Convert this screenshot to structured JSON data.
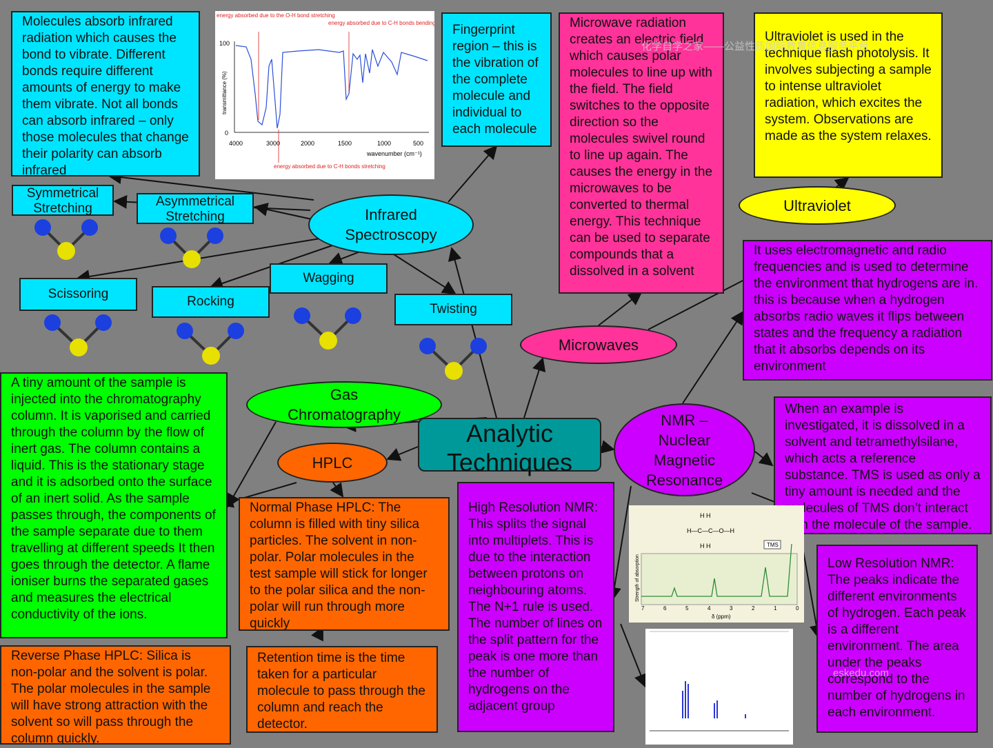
{
  "center": {
    "line1": "Analytic",
    "line2": "Techniques"
  },
  "ovals": {
    "ir": "Infrared Spectroscopy",
    "gc": "Gas Chromatography",
    "hplc": "HPLC",
    "microwaves": "Microwaves",
    "uv": "Ultraviolet",
    "nmr": "NMR – Nuclear Magnetic Resonance"
  },
  "labels": {
    "symmetrical": "Symmetrical Stretching",
    "asymmetrical": "Asymmetrical Stretching",
    "scissoring": "Scissoring",
    "rocking": "Rocking",
    "wagging": "Wagging",
    "twisting": "Twisting"
  },
  "boxes": {
    "ir_absorb": "Molecules absorb infrared radiation which causes the bond to vibrate. Different bonds require different amounts of energy to make them vibrate. Not all bonds can absorb infrared – only those molecules that change their polarity can absorb infrared",
    "fingerprint": "Fingerprint region – this is the vibration of the complete molecule and individual to each molecule",
    "microwave": "Microwave radiation creates an electric field which causes polar molecules to line up with the field. The field switches to the opposite direction so the molecules swivel round to line up again. The causes the energy in the microwaves to be converted to thermal energy. This technique can be used to separate compounds that a dissolved in a solvent",
    "uv": "Ultraviolet is used in the technique flash photolysis. It involves subjecting a sample to intense ultraviolet radiation, which excites the system. Observations are made as the system relaxes.",
    "nmr_general": "It uses electromagnetic and radio frequencies and is used to determine the environment that hydrogens are in. this is because when a hydrogen absorbs radio waves it flips between states and the frequency a radiation that it absorbs depends on its environment",
    "nmr_tms": "When an example is investigated, it is dissolved in a solvent and tetramethylsilane, which acts a reference substance. TMS is used as only a tiny amount is needed and the molecules of TMS don’t interact with the molecule of the sample.",
    "low_res": "Low Resolution NMR: The peaks indicate the different environments of hydrogen. Each peak is a different environment. The area under the peaks correspond to the number of hydrogens in each environment.",
    "high_res": "High Resolution NMR: This splits the signal into multiplets. This is due to the interaction between protons on neighbouring atoms. The N+1 rule is used. The number of lines on the split pattern for the peak is one more than the number of hydrogens on the adjacent group",
    "gc": "A tiny amount of the sample is injected into the chromatography column. It is vaporised and carried through the column by the flow of inert gas. The column contains a liquid. This is the stationary stage and it is adsorbed onto the surface of an inert solid. As the sample passes through, the components of the sample separate due to them travelling at different speeds It then goes through the detector. A flame ioniser burns the separated gases and measures the electrical conductivity of the ions.",
    "normal_hplc": "Normal Phase HPLC: The column is filled with tiny silica particles. The solvent in non-polar. Polar molecules in the test sample will stick for longer to the polar silica and the non-polar will run through more quickly",
    "reverse_hplc": "Reverse Phase HPLC: Silica is non-polar and the solvent is polar. The polar molecules in the sample will have strong attraction with the solvent so will pass through the column quickly.",
    "retention": "Retention time is the time taken for a particular molecule to pass through the column and reach the detector."
  },
  "ir_spectrum": {
    "ann_oh": "energy absorbed due to the O-H bond stretching",
    "ann_ch_bend": "energy absorbed due to C-H bonds bending",
    "ann_ch_stretch": "energy absorbed due to C-H bonds stretching",
    "ylabel": "transmittance (%)",
    "xlabel": "wavenumber (cm⁻¹)",
    "y100": "100",
    "y0": "0",
    "xticks": [
      "4000",
      "3000",
      "2000",
      "1500",
      "1000",
      "500"
    ]
  },
  "nmr_lowres_img": {
    "ylabel": "Strength of absorption",
    "xlabel": "δ (ppm)",
    "tms": "TMS",
    "xticks": [
      "7",
      "6",
      "5",
      "4",
      "3",
      "2",
      "1",
      "0"
    ],
    "formula_row1": "H H",
    "formula_row2": "H—C—C—O—H",
    "formula_row3": "H H"
  },
  "watermarks": {
    "top": "化学自学之家——公益性质国际教育信息服务平台",
    "bottom": "eskedu.com"
  },
  "colors": {
    "background": "#808080",
    "cyan": "#00e5ff",
    "pink": "#ff3399",
    "yellow": "#ffff00",
    "purple": "#cc00ff",
    "green": "#00ff00",
    "orange": "#ff6600",
    "teal": "#009999"
  }
}
